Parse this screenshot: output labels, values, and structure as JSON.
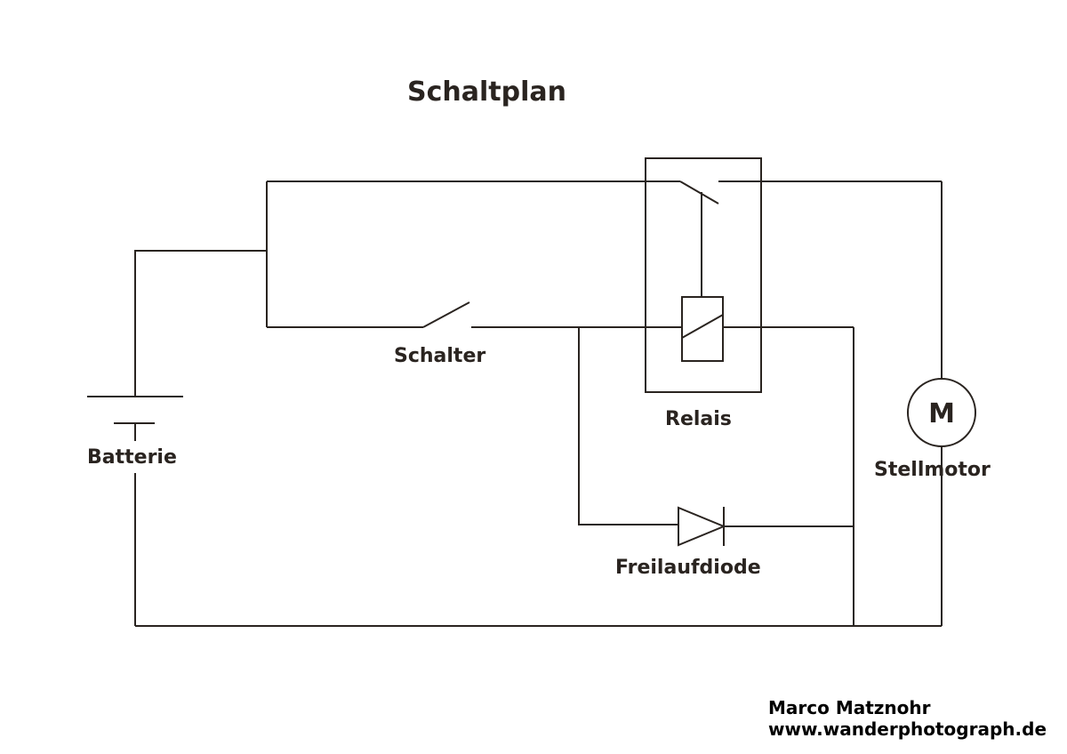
{
  "title": "Schaltplan",
  "labels": {
    "battery": "Batterie",
    "switch": "Schalter",
    "relay": "Relais",
    "motor": "Stellmotor",
    "motor_symbol": "M",
    "diode": "Freilaufdiode"
  },
  "credit": {
    "author": "Marco Matznohr",
    "website": "www.wanderphotograph.de"
  },
  "colors": {
    "line": "#2a2420",
    "background": "#ffffff"
  }
}
